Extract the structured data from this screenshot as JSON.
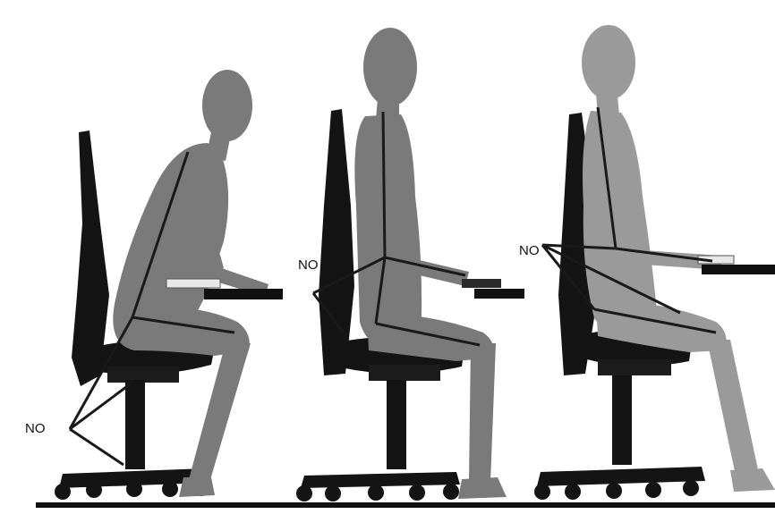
{
  "figure": {
    "panels": [
      {
        "id": "slouched-forward",
        "label": "NO"
      },
      {
        "id": "upright-reclined-thighs",
        "label": "NO"
      },
      {
        "id": "reclined-back",
        "label": "NO"
      }
    ]
  },
  "colors": {
    "background": "#ffffff",
    "figure": "#7a7a7a",
    "figure_light": "#9a9a9a",
    "chair": "#141414",
    "line": "#1a1a1a"
  }
}
